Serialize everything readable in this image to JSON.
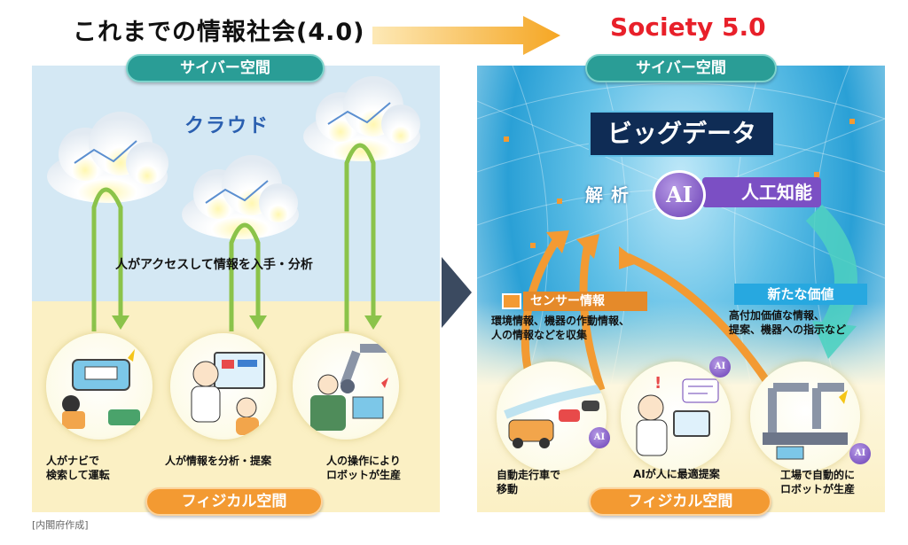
{
  "header": {
    "left_title": "これまでの情報社会(4.0)",
    "right_title": "Society 5.0"
  },
  "left_panel": {
    "cyber_label": "サイバー空間",
    "cloud_label": "クラウド",
    "access_text": "人がアクセスして情報を入手・分析",
    "physical_label": "フィジカル空間",
    "captions": [
      "人がナビで\n検索して運転",
      "人が情報を分析・提案",
      "人の操作により\nロボットが生産"
    ]
  },
  "right_panel": {
    "cyber_label": "サイバー空間",
    "big_data_label": "ビッグデータ",
    "analysis_label": "解 析",
    "ai_label": "AI",
    "ai_full_label": "人工知能",
    "sensor_label": "センサー情報",
    "sensor_desc": "環境情報、機器の作動情報、\n人の情報などを収集",
    "new_value_label": "新たな価値",
    "new_value_desc": "高付加価値な情報、\n提案、機器への指示など",
    "physical_label": "フィジカル空間",
    "captions": [
      "自動走行車で\n移動",
      "AIが人に最適提案",
      "工場で自動的に\nロボットが生産"
    ]
  },
  "footer": {
    "credit": "[内閣府作成]"
  },
  "colors": {
    "teal": "#2a9d96",
    "orange": "#f39a32",
    "red_title": "#e8202a",
    "cloud_text": "#2a5fb0",
    "ai_purple": "#6a3fb5",
    "big_data_bg": "#0f2c55",
    "green_arrow": "#8bc34a"
  }
}
